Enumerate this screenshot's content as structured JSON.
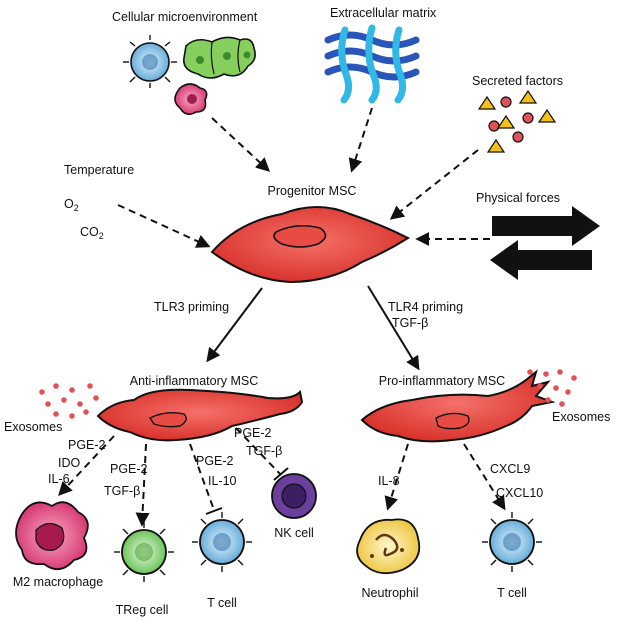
{
  "inputs": {
    "cellular_microenvironment": "Cellular microenvironment",
    "extracellular_matrix": "Extracellular matrix",
    "secreted_factors": "Secreted factors",
    "temperature": "Temperature",
    "o2_base": "O",
    "o2_sub": "2",
    "co2_base": "CO",
    "co2_sub": "2",
    "physical_forces": "Physical forces"
  },
  "progenitor": {
    "label": "Progenitor MSC"
  },
  "priming": {
    "tlr3": "TLR3 priming",
    "tlr4_line1": "TLR4 priming",
    "tlr4_line2": "TGF-β"
  },
  "anti": {
    "label": "Anti-inflammatory MSC",
    "exosomes": "Exosomes",
    "m2_factors": [
      "PGE-2",
      "IDO",
      "IL-6"
    ],
    "treg_factors": [
      "PGE-2",
      "TGF-β"
    ],
    "tcell_factors": [
      "PGE-2",
      "IL-10"
    ],
    "nk_factors": [
      "PGE-2",
      "TGF-β"
    ],
    "targets": {
      "m2": "M2 macrophage",
      "treg": "TReg cell",
      "tcell": "T cell",
      "nk": "NK cell"
    }
  },
  "pro": {
    "label": "Pro-inflammatory MSC",
    "exosomes": "Exosomes",
    "neutrophil_factor": "IL-8",
    "tcell_factors": [
      "CXCL9",
      "CXCL10"
    ],
    "targets": {
      "neutrophil": "Neutrophil",
      "tcell": "T cell"
    }
  },
  "colors": {
    "msc_red": "#e8413a",
    "msc_dark": "#b8231d",
    "macrophage_pink": "#e0417a",
    "treg_green": "#7fcf6a",
    "tcell_blue": "#6fb4e0",
    "nk_purple": "#6a3f9e",
    "neutrophil_yellow": "#f3d45a",
    "ecm_blue": "#2a55b8",
    "ecm_cyan": "#31b8e6",
    "factor_yellow": "#f2c21b",
    "factor_red": "#e0525a",
    "arrow_black": "#111111"
  }
}
